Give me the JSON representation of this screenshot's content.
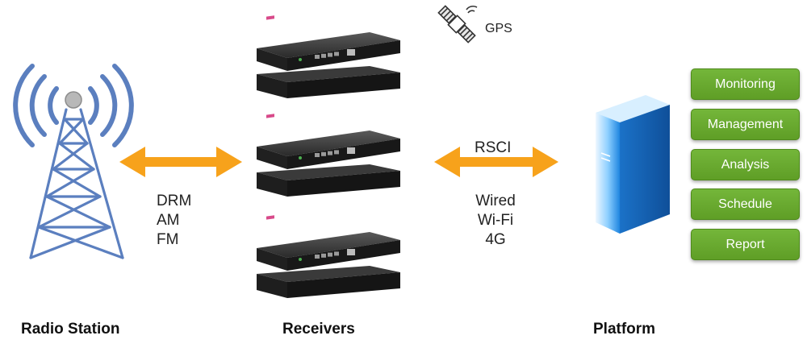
{
  "captions": {
    "radio_station": "Radio Station",
    "receivers": "Receivers",
    "platform": "Platform"
  },
  "broadcast_protocols": [
    "DRM",
    "AM",
    "FM"
  ],
  "links": {
    "protocol": "RSCI",
    "connections": [
      "Wired",
      "Wi-Fi",
      "4G"
    ]
  },
  "satellite_label": "GPS",
  "platform_functions": [
    "Monitoring",
    "Management",
    "Analysis",
    "Schedule",
    "Report"
  ],
  "colors": {
    "arrow": "#f7a21b",
    "tower": "#5b7fbf",
    "button": "#6aaa2e",
    "server": "#3aa0e8"
  },
  "icons": {
    "tower": "radio-tower-icon",
    "satellite": "satellite-icon",
    "receiver": "rack-receiver-icon",
    "server": "server-icon"
  }
}
